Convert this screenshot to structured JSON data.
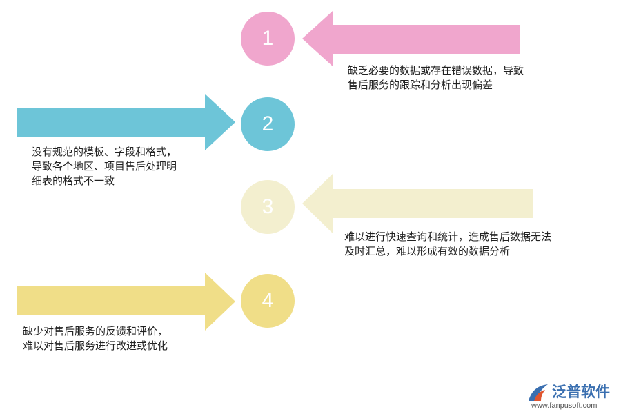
{
  "steps": [
    {
      "number": "1",
      "color": "#f0a6cd",
      "direction": "left",
      "lines": [
        "缺乏必要的数据或存在错误数据，导致",
        "售后服务的跟踪和分析出现偏差"
      ]
    },
    {
      "number": "2",
      "color": "#6dc5d8",
      "direction": "right",
      "lines": [
        "没有规范的模板、字段和格式，",
        "导致各个地区、项目售后处理明",
        "细表的格式不一致"
      ]
    },
    {
      "number": "3",
      "color": "#f3efcf",
      "direction": "left",
      "lines": [
        "难以进行快速查询和统计，造成售后数据无法",
        "及时汇总，难以形成有效的数据分析"
      ]
    },
    {
      "number": "4",
      "color": "#f0de88",
      "direction": "right",
      "lines": [
        "缺少对售后服务的反馈和评价，",
        "难以对售后服务进行改进或优化"
      ]
    }
  ],
  "logo": {
    "name": "泛普软件",
    "url": "www.fanpusoft.com"
  }
}
